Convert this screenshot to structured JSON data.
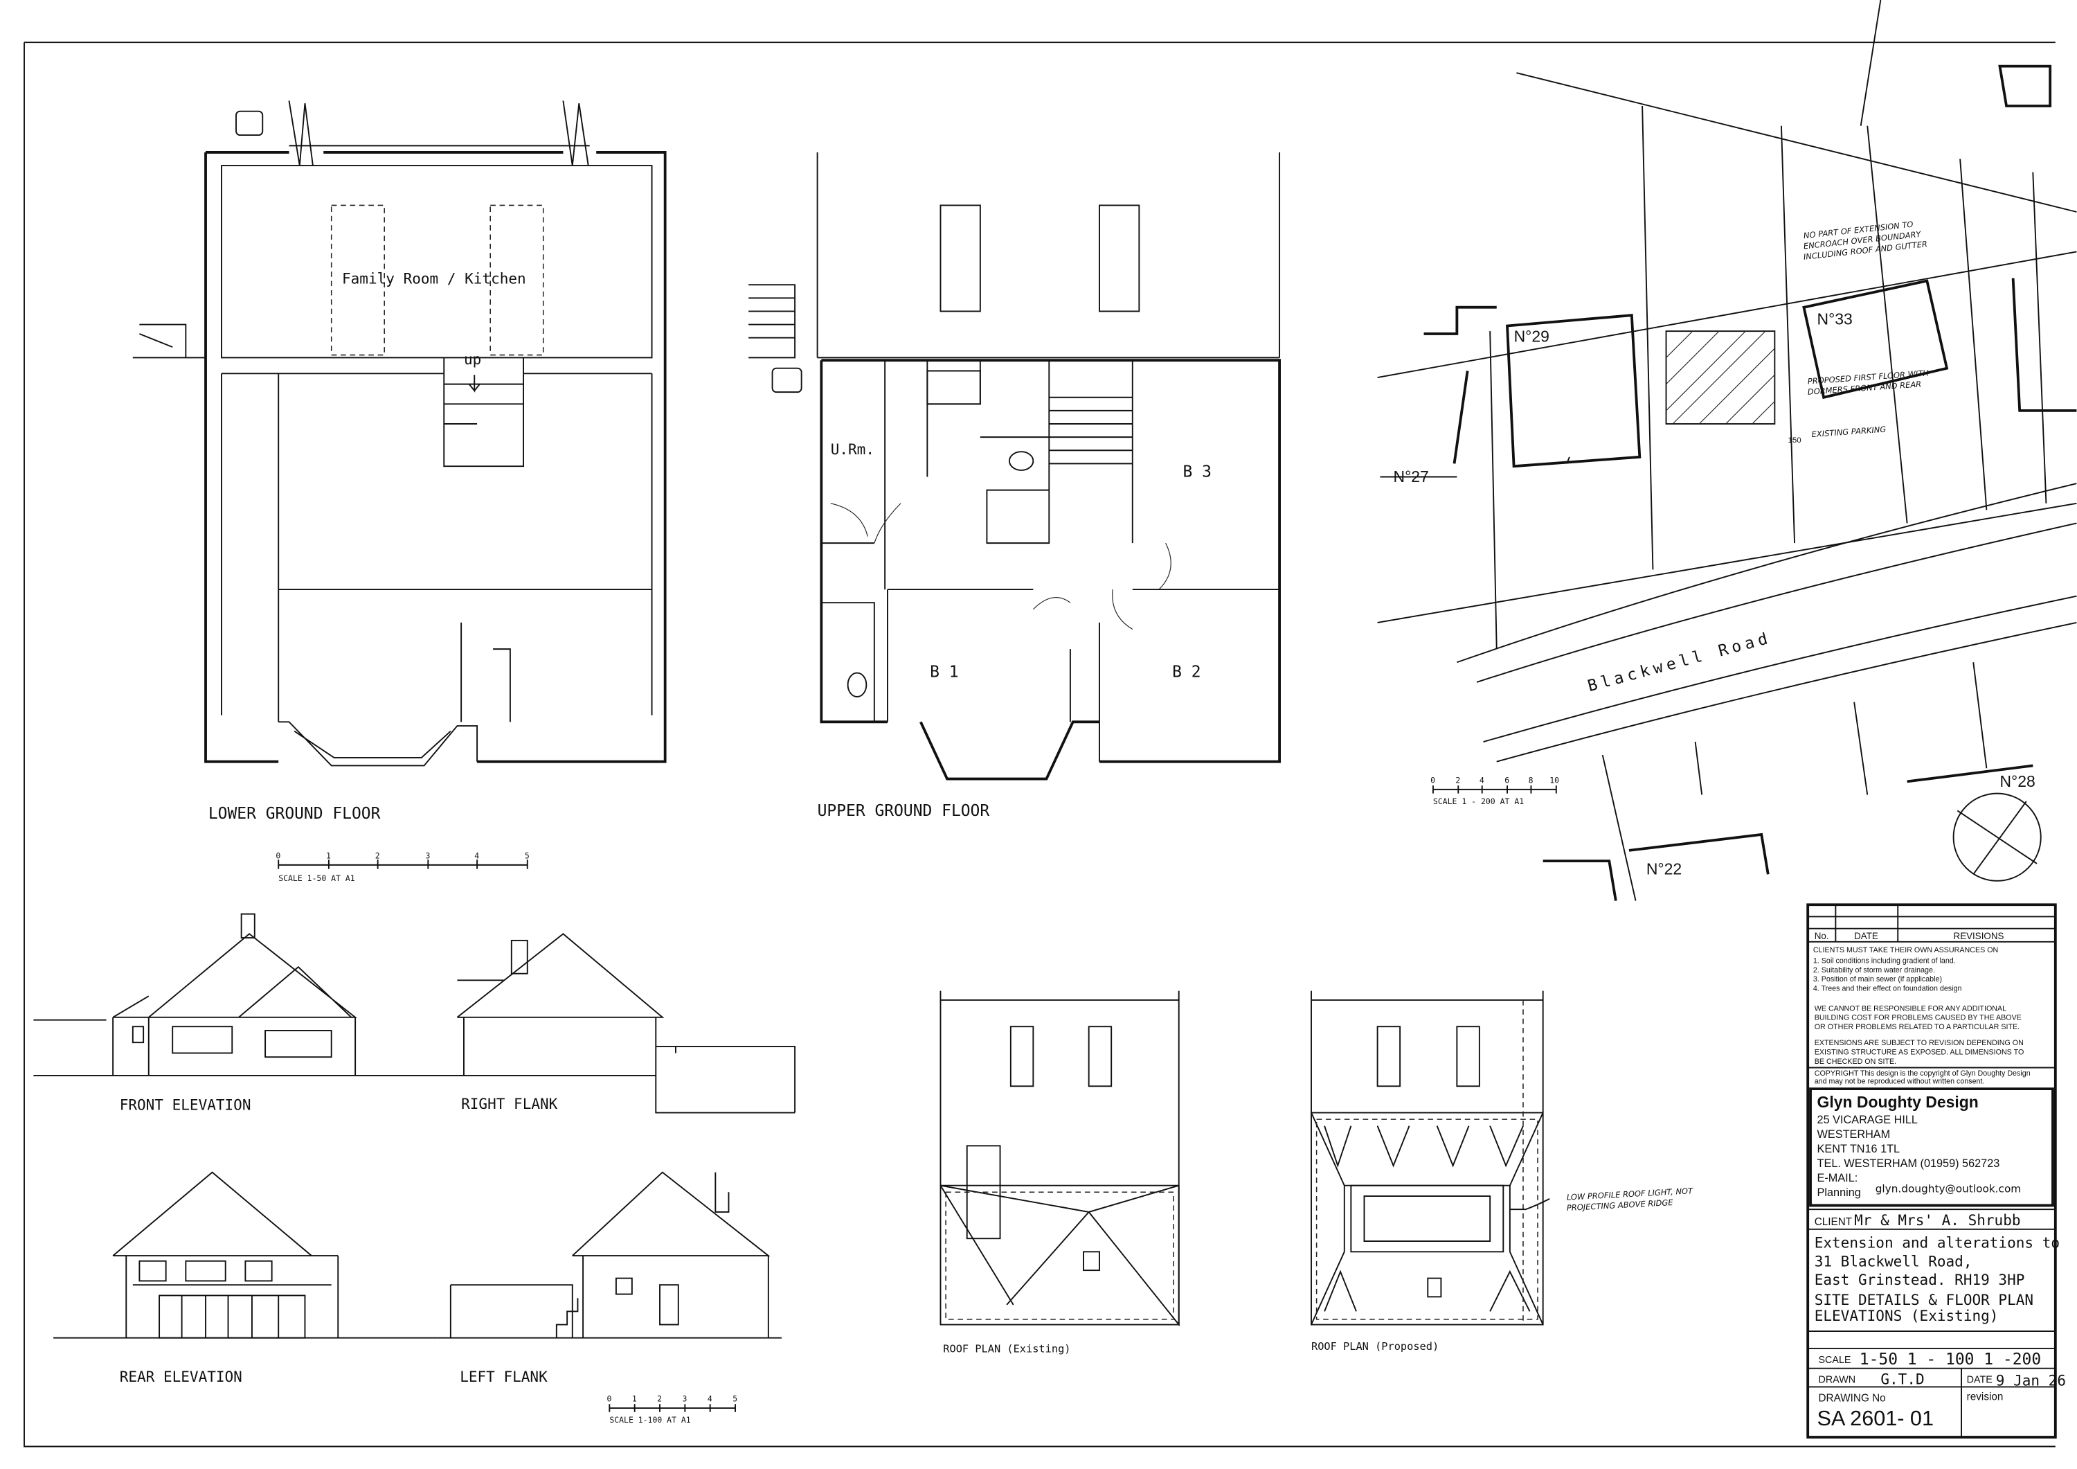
{
  "lower_ground_floor": {
    "title": "LOWER GROUND FLOOR",
    "room_label": "Family Room / Kitchen",
    "stair_label": "up",
    "scale_ticks": [
      "0",
      "1",
      "2",
      "3",
      "4",
      "5"
    ],
    "scale_caption": "SCALE  1-50  AT A1"
  },
  "upper_ground_floor": {
    "title": "UPPER GROUND FLOOR",
    "rooms": [
      "U.Rm.",
      "B 3",
      "B 1",
      "B 2"
    ]
  },
  "site_plan": {
    "plots": [
      "N°29",
      "N°33",
      "N°27",
      "N°28",
      "N°22"
    ],
    "road_name": "Blackwell  Road",
    "boundary_note": [
      "NO PART OF EXTENSION TO",
      "ENCROACH OVER BOUNDARY",
      "INCLUDING ROOF AND GUTTER"
    ],
    "proposed_note": [
      "PROPOSED FIRST FLOOR WITH",
      "DORMERS FRONT AND REAR"
    ],
    "parking_note": "EXISTING PARKING",
    "dimension": "150",
    "scale_ticks": [
      "0",
      "2",
      "4",
      "6",
      "8",
      "10"
    ],
    "scale_caption": "SCALE  1 - 200  AT A1"
  },
  "elevations": {
    "front": "FRONT ELEVATION",
    "right": "RIGHT FLANK",
    "rear": "REAR ELEVATION",
    "left": "LEFT FLANK",
    "scale_ticks": [
      "0",
      "1",
      "2",
      "3",
      "4",
      "5"
    ],
    "scale_caption": "SCALE  1-100  AT A1"
  },
  "roof_plans": {
    "existing": "ROOF PLAN  (Existing)",
    "proposed": "ROOF PLAN  (Proposed)",
    "rooflight_note": [
      "LOW PROFILE ROOF LIGHT, NOT",
      "PROJECTING ABOVE RIDGE"
    ]
  },
  "title_block": {
    "revisions_header": {
      "no": "No.",
      "date": "DATE",
      "revisions": "REVISIONS"
    },
    "assurances_heading": "CLIENTS MUST TAKE THEIR OWN ASSURANCES ON",
    "assurances": [
      "1.  Soil conditions including gradient of land.",
      "2.  Suitability of storm water drainage.",
      "3.  Position of main sewer (if applicable)",
      "4.  Trees and their effect on foundation design"
    ],
    "disclaimer": [
      "WE CANNOT BE RESPONSIBLE FOR ANY ADDITIONAL",
      "BUILDING COST FOR PROBLEMS CAUSED BY THE ABOVE",
      "OR OTHER PROBLEMS RELATED TO A PARTICULAR SITE."
    ],
    "extensions_note": [
      "EXTENSIONS ARE SUBJECT TO REVISION DEPENDING ON",
      "EXISTING STRUCTURE AS EXPOSED. ALL DIMENSIONS TO",
      "BE CHECKED ON SITE."
    ],
    "copyright": [
      "COPYRIGHT This design is the copyright of Glyn Doughty Design",
      "and may not be reproduced without written consent."
    ],
    "company": "Glyn Doughty Design",
    "address": [
      "25 VICARAGE HILL",
      "WESTERHAM",
      "KENT TN16 1TL",
      "TEL. WESTERHAM (01959) 562723"
    ],
    "email_label": "E-MAIL:",
    "planning_label": "Planning",
    "email": "glyn.doughty@outlook.com",
    "client_label": "CLIENT",
    "client": "Mr & Mrs' A. Shrubb",
    "project": [
      "Extension and alterations  to",
      "31 Blackwell  Road,",
      "East Grinstead. RH19 3HP",
      "SITE  DETAILS & FLOOR PLAN",
      "ELEVATIONS (Existing)"
    ],
    "scale_label": "SCALE",
    "scales": "1-50   1 - 100   1 -200",
    "drawn_label": "DRAWN",
    "drawn": "G.T.D",
    "date_label": "DATE",
    "date": "9 Jan 26",
    "drawing_no_label": "DRAWING No",
    "drawing_no": "SA 2601- 01",
    "revision_label": "revision"
  }
}
